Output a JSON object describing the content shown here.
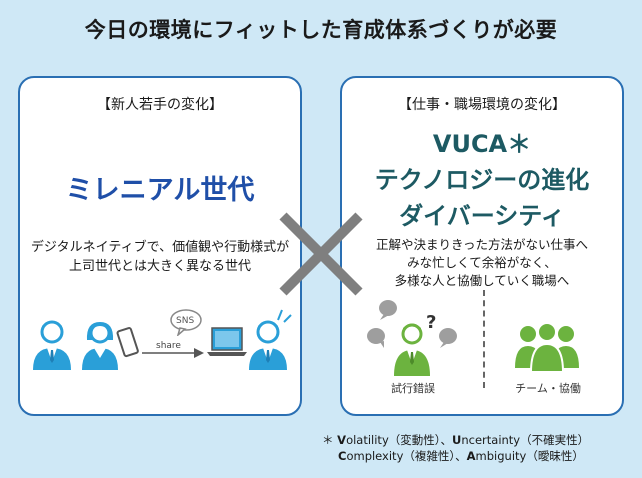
{
  "title": "今日の環境にフィットした育成体系づくりが必要",
  "left": {
    "heading": "【新人若手の変化】",
    "main": "ミレニアル世代",
    "desc_lines": [
      "デジタルネイティブで、価値観や行動様式が",
      "上司世代とは大きく異なる世代"
    ],
    "sns_label": "SNS",
    "share_label": "share"
  },
  "right": {
    "heading": "【仕事・職場環境の変化】",
    "main_lines": [
      "VUCA＊",
      "テクノロジーの進化",
      "ダイバーシティ"
    ],
    "desc_lines": [
      "正解や決まりきった方法がない仕事へ",
      "みな忙しくて余裕がなく、",
      "多様な人と協働していく職場へ"
    ],
    "captions": [
      "試行錯誤",
      "チーム・協働"
    ]
  },
  "note": {
    "star": "＊",
    "line1_parts": [
      {
        "initial": "V",
        "rest": "olatility（変動性）、"
      },
      {
        "initial": "U",
        "rest": "ncertainty（不確実性）"
      }
    ],
    "line2_parts": [
      {
        "initial": "C",
        "rest": "omplexity（複雑性）、"
      },
      {
        "initial": "A",
        "rest": "mbiguity（曖昧性）"
      }
    ]
  },
  "colors": {
    "background": "#cfe8f6",
    "panel_border": "#2a6fb3",
    "left_main": "#1f4fa8",
    "right_main": "#1d5a63",
    "person_blue": "#2a9fd8",
    "person_green": "#6cb33f",
    "cross": "#7f7f7f"
  }
}
